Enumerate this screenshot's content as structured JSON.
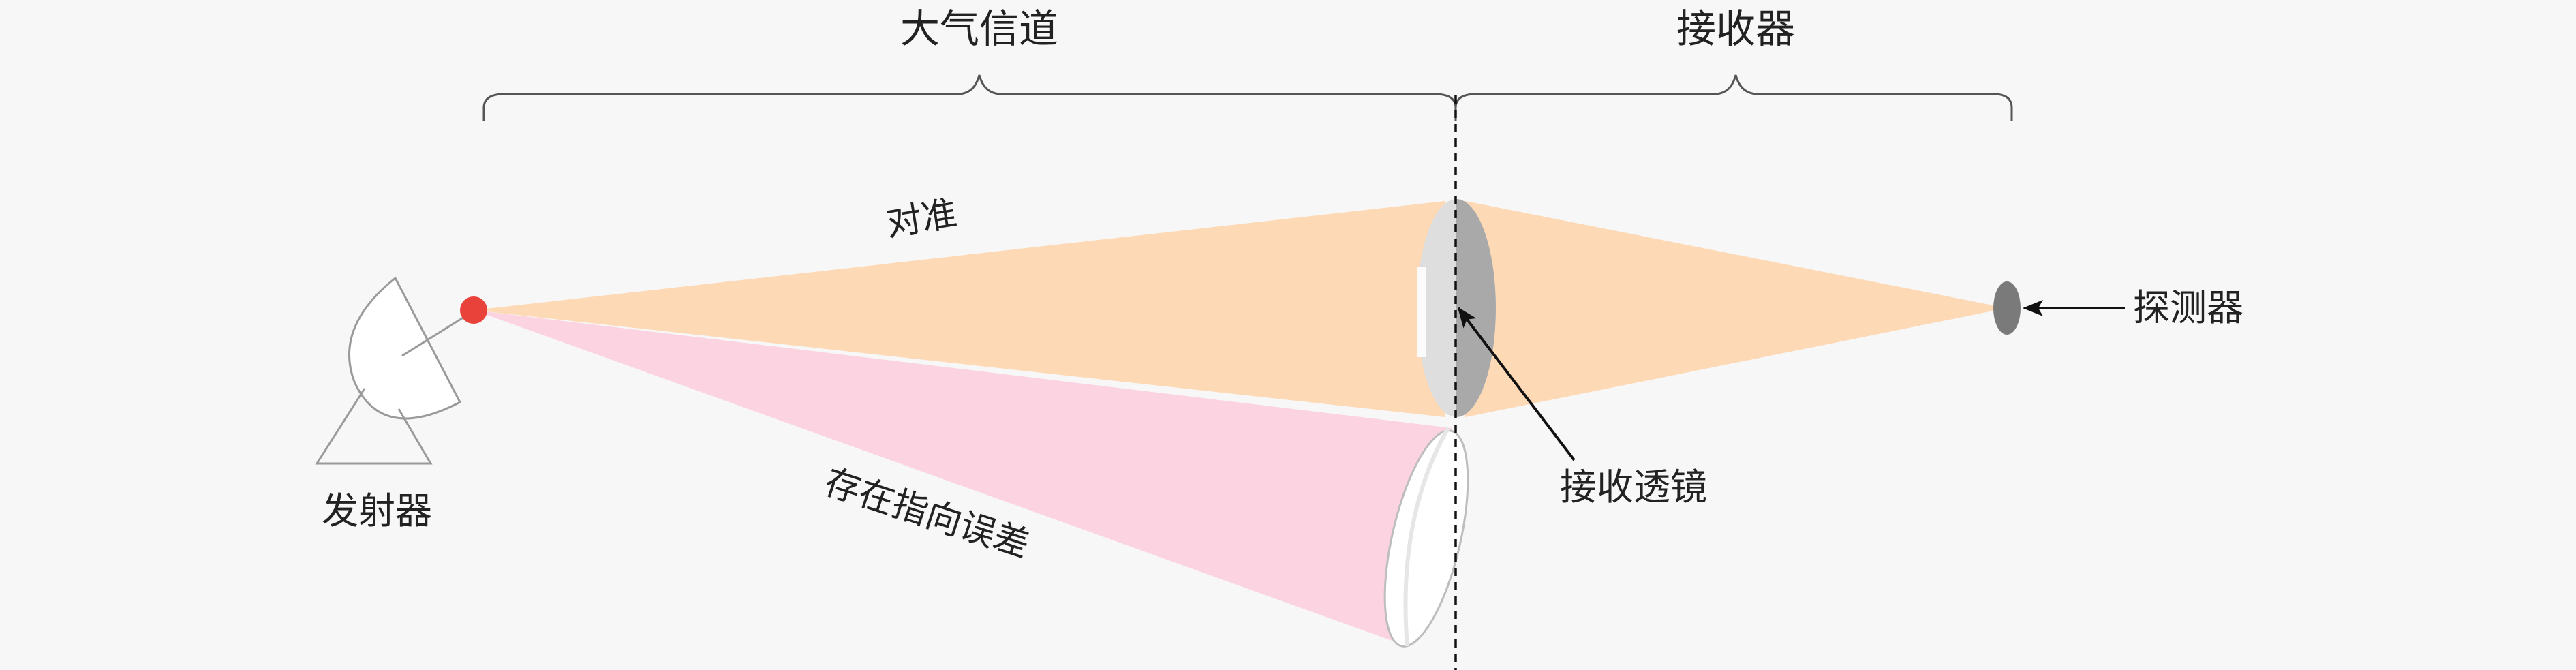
{
  "labels": {
    "atmospheric_channel": "大气信道",
    "receiver": "接收器",
    "aligned": "对准",
    "pointing_error": "存在指向误差",
    "transmitter": "发射器",
    "receiving_lens": "接收透镜",
    "detector": "探测器"
  },
  "colors": {
    "aligned_beam": "#fdd9b5",
    "error_beam": "#fcd3e0",
    "source_dot": "#e8423a",
    "lens_light": "#dedede",
    "lens_dark": "#a9a9a9",
    "detector": "#7a7a7a",
    "outline": "#9a9a9a",
    "ink": "#111111"
  },
  "icons": {
    "transmitter": "satellite-dish-icon",
    "detector": "detector-ellipse-icon"
  }
}
